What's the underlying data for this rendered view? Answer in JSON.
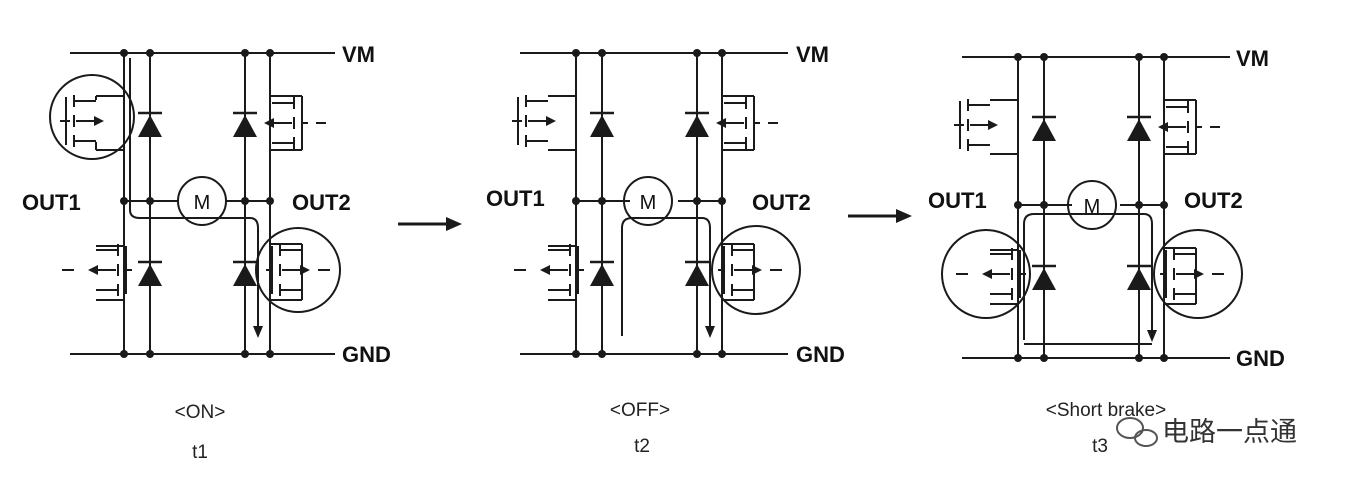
{
  "labels": {
    "supply": "VM",
    "ground": "GND",
    "out1": "OUT1",
    "out2": "OUT2",
    "motor": "M"
  },
  "panels": [
    {
      "mode": "<ON>",
      "time": "t1",
      "highlighted": [
        "q_high_left",
        "q_low_right"
      ]
    },
    {
      "mode": "<OFF>",
      "time": "t2",
      "highlighted": [
        "q_low_right"
      ]
    },
    {
      "mode": "<Short brake>",
      "time": "t3",
      "highlighted": [
        "q_low_left",
        "q_low_right"
      ]
    }
  ],
  "watermark": {
    "text": "电路一点通",
    "icon": "wechat-icon"
  },
  "colors": {
    "ink": "#1a1a1a",
    "background": "#ffffff"
  }
}
